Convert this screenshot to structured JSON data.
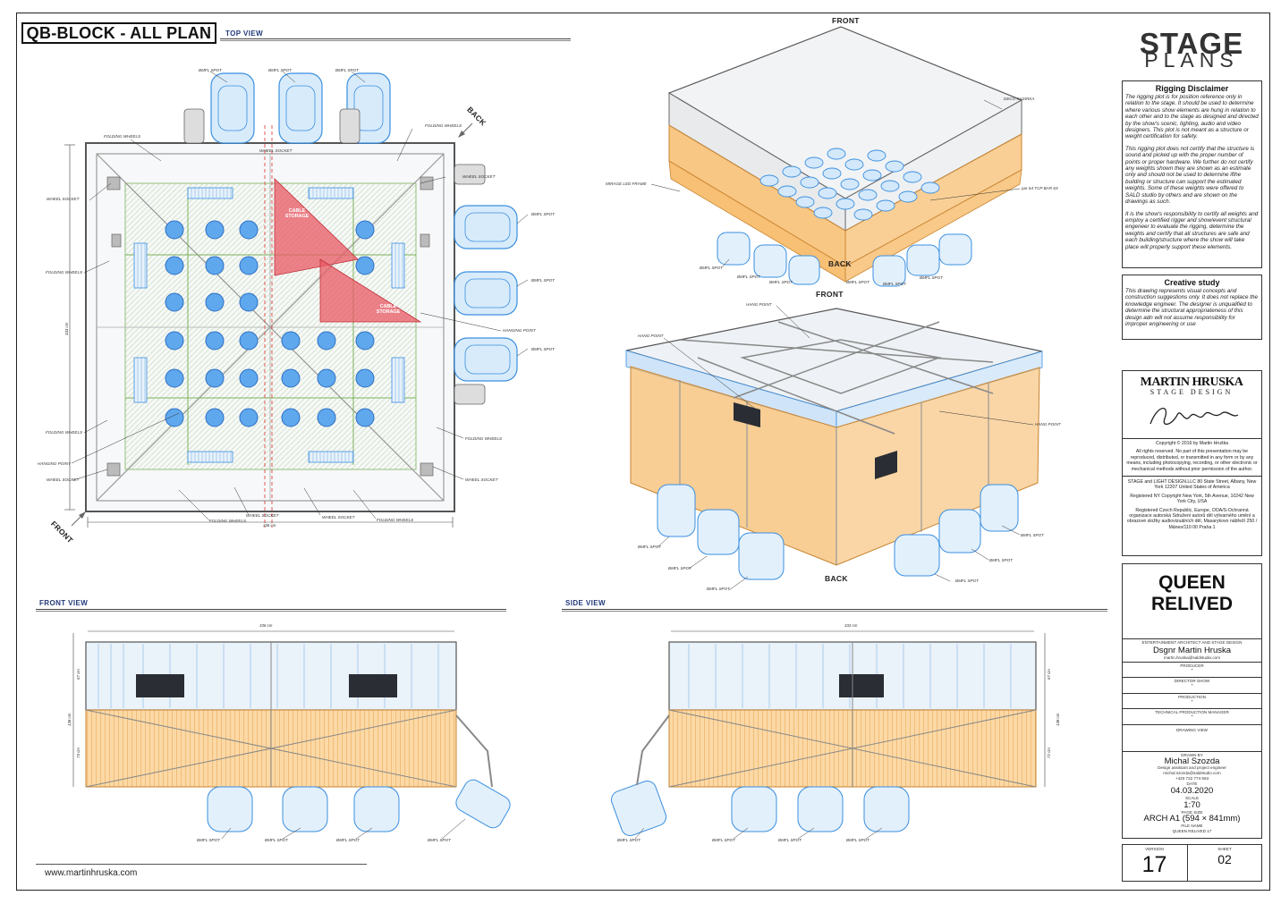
{
  "plan_title": "QB-BLOCK - ALL PLAN",
  "views": {
    "top": "TOP VIEW",
    "front": "FRONT VIEW",
    "side": "SIDE VIEW"
  },
  "top_view": {
    "labels": {
      "bmfl_spot": "BMFL SPOT",
      "folding_wheels": "FOLDING WHEELS",
      "wheel_socket": "WHEEL SOCKET",
      "hanging_point": "HANGING POINT",
      "cable_storage": "CABLE STORAGE",
      "back": "BACK",
      "front": "FRONT",
      "dim_vertical": "333 cm",
      "dim_horizontal": "336 cm"
    }
  },
  "iso_top": {
    "front": "FRONT",
    "back": "BACK",
    "deco": "DECO KASIRKA",
    "mirage": "MIRAGE LED FRAME",
    "par": "par 64 TCP BAR 6X",
    "bmfl": "BMFL SPOT"
  },
  "iso_bottom": {
    "front": "FRONT",
    "back": "BACK",
    "hang": "HANG POINT",
    "bmfl": "BMFL SPOT"
  },
  "front_view": {
    "width": "336 cm",
    "h1": "67 cm",
    "h2": "138 cm",
    "h3": "73 cm",
    "bmfl": "BMFL SPOT"
  },
  "side_view": {
    "width": "333 cm",
    "h1": "67 cm",
    "h2": "138 cm",
    "h3": "72 cm",
    "bmfl": "BMFL SPOT"
  },
  "brand": {
    "line1": "STAGE",
    "line2": "PLANS"
  },
  "disclaimer": {
    "title": "Rigging Disclaimer",
    "p1": "The rigging plot is for position reference only in relation to the stage. It should be used to determine where various show elements are hung in relation to each other and to the stage as designed and directed by the show's scenic, lighting, audio and video designers. This plot is not meant as a structure or weight certification for safety.",
    "p2": "This rigging plot does not certify that the structure is sound and picked up with the proper number of points or proper hardware. We further do not certify any weights shown they are shown as an estimate only and should not be used to determine ifthe building or structure can support the estimated weights. Some of these weights were offered to SALD studio by others and are shown on the drawings as such.",
    "p3": "It is the show's responsibility to certify all weights and employ a certified rigger and show/event structural engeneer to evaluate the rigging, determine the weights and certify that all structures are safe and each building/structure where the show will take place will properly support these elements."
  },
  "creative": {
    "title": "Creative study",
    "body": "This drawing represents visual concepts and construction suggestions only. It does not replace the knowledge engineer. The designer is unqualified to determine the structural appropriateness of this design adn will not assume responsibility for improper engineering or use"
  },
  "logo": {
    "name": "MARTIN HRUSKA",
    "sub": "STAGE DESIGN"
  },
  "copyright": {
    "line1": "Copyright © 2016 by Martin Hruška",
    "line2": "All rights reserved. No part of this presentation may be reproduced, distributed, or transmitted in any form or by  any means, including photocopying, recording, or other electronic or mechanical methods without prior permission of  the author.",
    "line3": "STAGE and LIGHT DESIGN.LLC 80 State Street, Albany, New York 12207 United States of America",
    "line4": "Registered NY Copyright New York, 5th Avenue, 10242 New York City, USA",
    "line5": "Registered Czech Republic, Europe, OOA/S-Ochranná organizace autorská Sdružení autorů děl výtvarného umění a obrazové složky audiovizuálních děl, Masarykovo nábřeží 250 / Mánes/110 00 Praha 1"
  },
  "show": {
    "line1": "QUEEN",
    "line2": "RELIVED"
  },
  "credits": {
    "architect_label": "ENTERTAINMENT ARCHITECT AND STAGE DESIGN",
    "architect": "Dsgnr Martin Hruska",
    "architect_email": "martin.hruska@saldstudio.com",
    "producer_label": "PRODUCER",
    "producer": "-",
    "director_label": "DIRECTOR SHOW",
    "director": "-",
    "production_label": "PRODUCTION",
    "production": "-",
    "tpm_label": "TECHNICAL PRODUCTION MANAGER",
    "tpm": "-",
    "drawing_view_label": "DRAWING VIEW",
    "drawn_by_label": "DRAWN BY",
    "drawn_by": "Michal Szozda",
    "drawn_by_role": "Design assistant and project engineer",
    "drawn_by_email": "michal.szozda@saldstudio.com",
    "drawn_by_phone": "+420 722 774 563",
    "date_label": "DATE",
    "date": "04.03.2020",
    "scale_label": "SCALE",
    "scale": "1:70",
    "page_size_label": "PAGE SIZE",
    "page_size": "ARCH A1 (594 × 841mm)",
    "file_name_label": "FILE NAME",
    "file_name": "QUEEN RELIVED 17",
    "version_label": "VERSION",
    "version": "17",
    "sheet_label": "SHEET",
    "sheet": "02"
  },
  "footer": {
    "url": "www.martinhruska.com"
  },
  "colors": {
    "blue": "#3a8fe0",
    "orange": "#f5b25a",
    "red": "#e8505a",
    "green": "#6cb04a",
    "gray": "#8a8f96"
  }
}
